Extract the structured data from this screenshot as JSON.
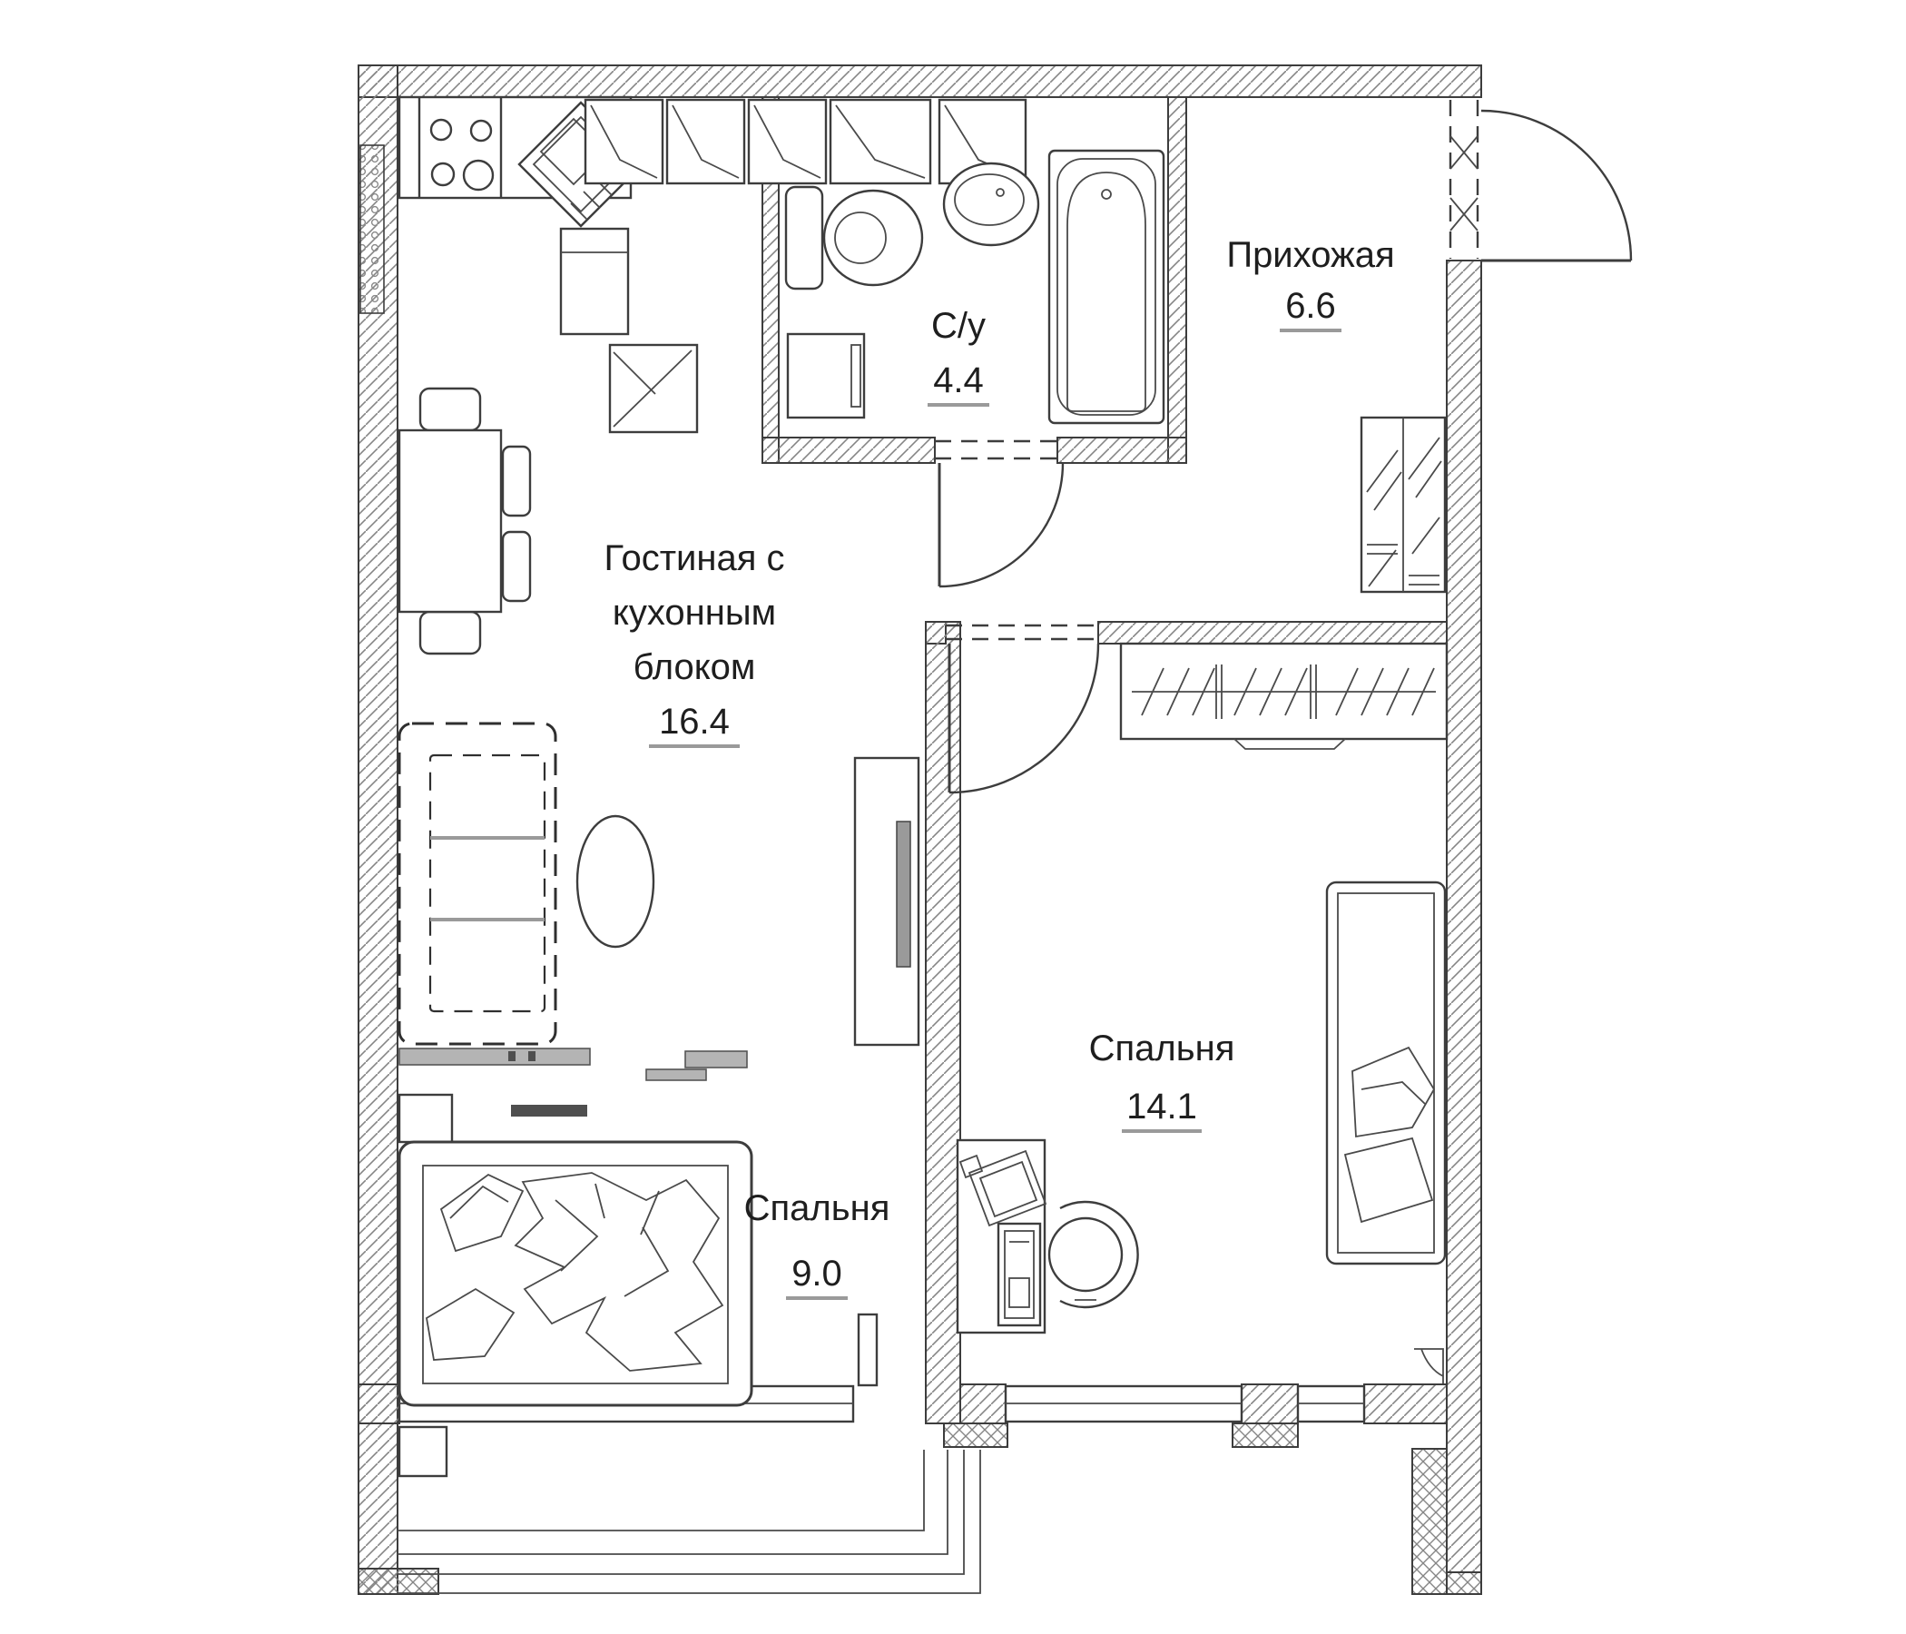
{
  "page": {
    "background": "#ffffff"
  },
  "plan": {
    "type": "apartment-floor-plan",
    "language": "ru",
    "rooms": {
      "living": {
        "name": "Гостиная с кухонным блоком",
        "lines": [
          "Гостиная с",
          "кухонным",
          "блоком"
        ],
        "area": "16.4"
      },
      "bathroom": {
        "name": "С/у",
        "area": "4.4"
      },
      "hallway": {
        "name": "Прихожая",
        "area": "6.6"
      },
      "bedroom_large": {
        "name": "Спальня",
        "area": "14.1"
      },
      "bedroom_small": {
        "name": "Спальня",
        "area": "9.0"
      }
    },
    "fixtures": [
      "stove",
      "corner-sink",
      "tall-cabinet",
      "kitchen-closet",
      "upper-cabinets",
      "toilet",
      "washing-machine",
      "wash-basin",
      "bathtub",
      "mirror-wardrobe",
      "hall-wardrobe",
      "dining-table",
      "chairs",
      "sofa",
      "pouf",
      "tv-cabinet",
      "media-bench",
      "double-bed",
      "nightstand",
      "desk",
      "computer",
      "office-chair",
      "single-bed",
      "balcony-glazing",
      "entrance-door",
      "interior-doors",
      "balcony-door",
      "windows"
    ],
    "colors": {
      "line": "#3d3d3d",
      "hatch": "#858585",
      "gray_fill": "#b4b4b4",
      "dark_fill": "#4f4f4f",
      "text": "#1e1e1e",
      "underline": "#9a9a9a",
      "background": "#ffffff"
    }
  }
}
